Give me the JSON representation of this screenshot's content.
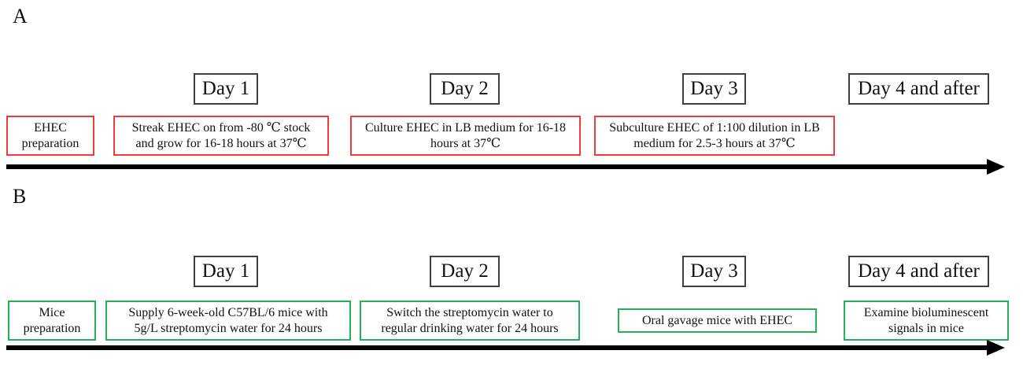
{
  "panel_a": {
    "label": "A",
    "accent_color": "#f23b3b",
    "days": [
      "Day 1",
      "Day 2",
      "Day 3",
      "Day 4 and after"
    ],
    "category_label": "EHEC\npreparation",
    "steps": [
      "Streak EHEC on from -80 ℃ stock\nand grow for 16-18 hours at 37℃",
      "Culture EHEC in LB medium for 16-18\nhours at 37℃",
      "Subculture EHEC of 1:100 dilution in LB\nmedium for 2.5-3 hours at 37℃"
    ]
  },
  "panel_b": {
    "label": "B",
    "accent_color": "#21b356",
    "days": [
      "Day 1",
      "Day 2",
      "Day 3",
      "Day 4 and after"
    ],
    "category_label": "Mice\npreparation",
    "steps": [
      "Supply 6-week-old C57BL/6 mice with\n5g/L streptomycin water for 24 hours",
      "Switch the streptomycin water to\nregular drinking water for 24 hours",
      "Oral gavage mice with EHEC",
      "Examine bioluminescent\nsignals in mice"
    ]
  }
}
